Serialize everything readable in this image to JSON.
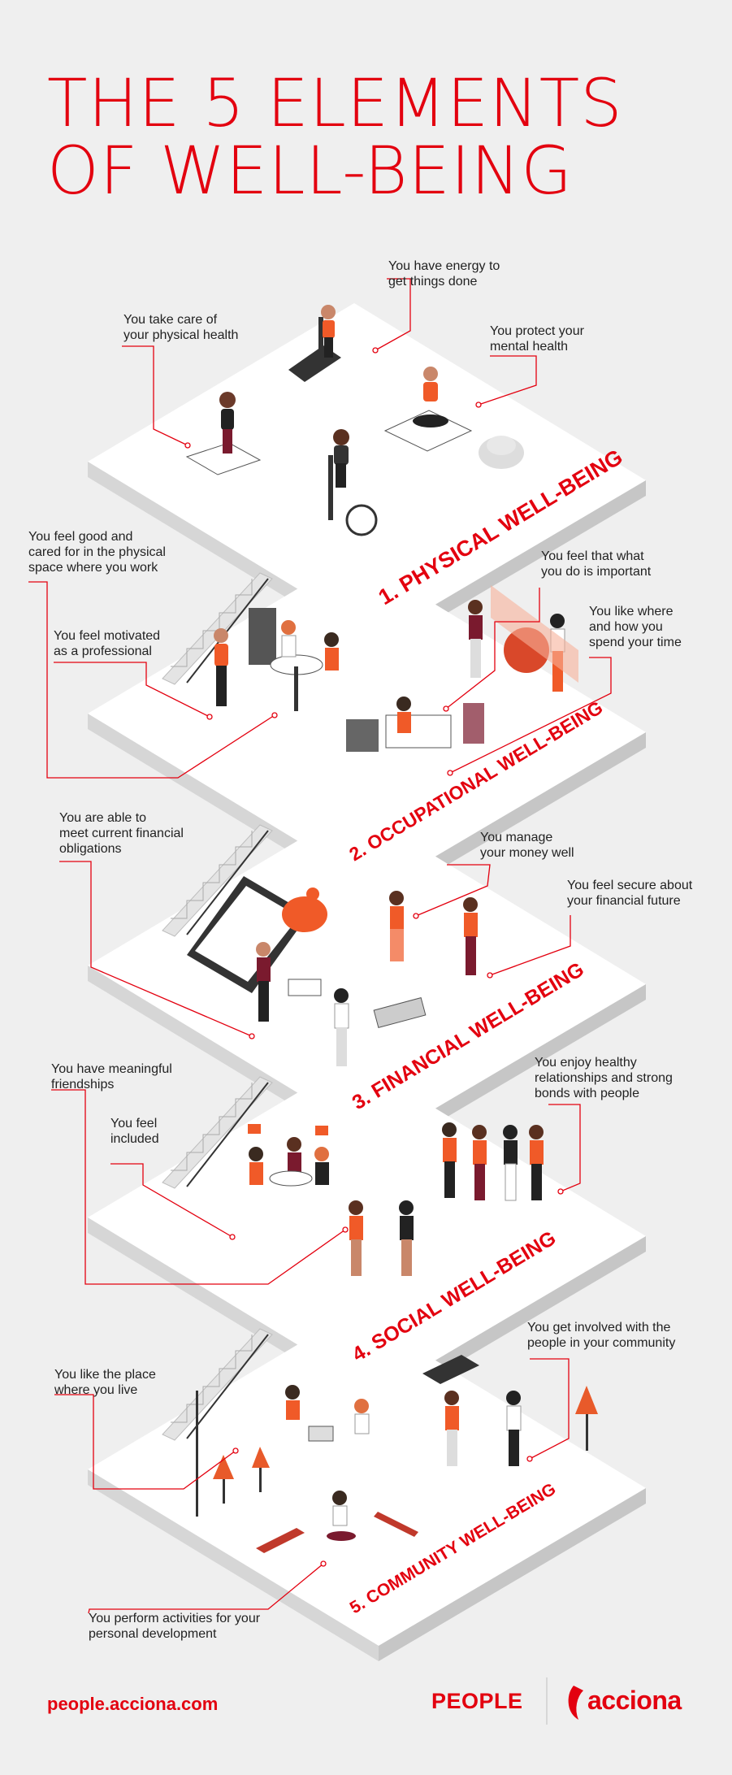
{
  "title": {
    "line1": "THE 5 ELEMENTS",
    "line2": "OF WELL-BEING"
  },
  "colors": {
    "accent": "#e3000f",
    "platform": "#ffffff",
    "background": "#efefef"
  },
  "levels": [
    {
      "label": "1. PHYSICAL WELL-BEING",
      "captions": [
        "You have energy to\nget things done",
        "You take care of\nyour physical health",
        "You protect your\nmental health"
      ]
    },
    {
      "label": "2. OCCUPATIONAL WELL-BEING",
      "captions": [
        "You feel good and\ncared for in the physical\nspace where you work",
        "You feel that what\nyou do is important",
        "You like where\nand how you\nspend your time",
        "You feel motivated\nas a professional"
      ]
    },
    {
      "label": "3. FINANCIAL WELL-BEING",
      "captions": [
        "You are able to\nmeet current financial\nobligations",
        "You manage\nyour money well",
        "You feel secure about\nyour financial future"
      ]
    },
    {
      "label": "4. SOCIAL WELL-BEING",
      "captions": [
        "You have meaningful\nfriendships",
        "You enjoy healthy\nrelationships and strong\nbonds with people",
        "You feel\nincluded"
      ]
    },
    {
      "label": "5. COMMUNITY WELL-BEING",
      "captions": [
        "You get involved with the\npeople in your community",
        "You like the place\nwhere you live",
        "You perform activities for your\npersonal development"
      ]
    }
  ],
  "footer": {
    "url": "people.acciona.com",
    "section": "PEOPLE",
    "brand": "acciona"
  }
}
